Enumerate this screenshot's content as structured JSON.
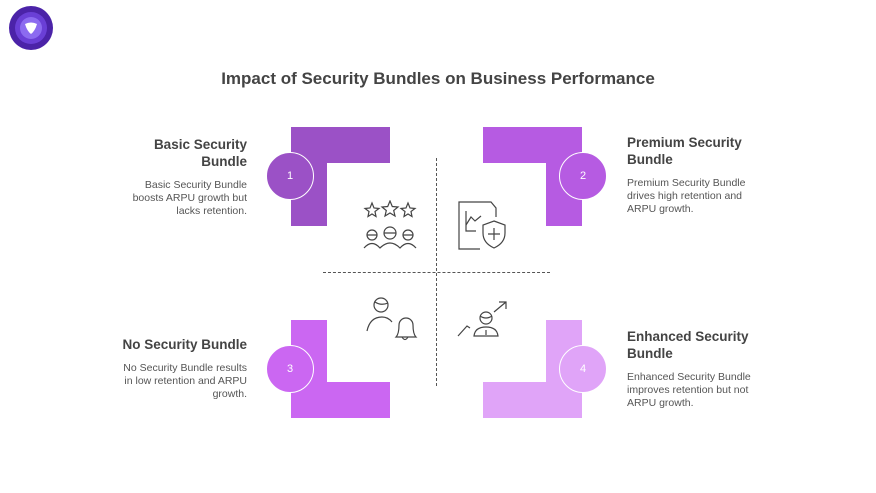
{
  "title": "Impact of Security Bundles on Business Performance",
  "colors": {
    "q1": "#9B51C6",
    "q2": "#B65BE2",
    "q3": "#CB67F2",
    "q4": "#E0A4F8"
  },
  "quadrants": [
    {
      "number": "1",
      "heading": "Basic Security Bundle",
      "description": "Basic Security Bundle boosts ARPU growth but lacks retention.",
      "icon": "users-stars-icon"
    },
    {
      "number": "2",
      "heading": "Premium Security Bundle",
      "description": "Premium Security Bundle drives high retention and ARPU growth.",
      "icon": "report-shield-icon"
    },
    {
      "number": "3",
      "heading": "No Security Bundle",
      "description": "No Security Bundle results in low retention and ARPU growth.",
      "icon": "user-bell-icon"
    },
    {
      "number": "4",
      "heading": "Enhanced Security Bundle",
      "description": "Enhanced Security Bundle improves retention but not ARPU growth.",
      "icon": "user-growth-icon"
    }
  ]
}
